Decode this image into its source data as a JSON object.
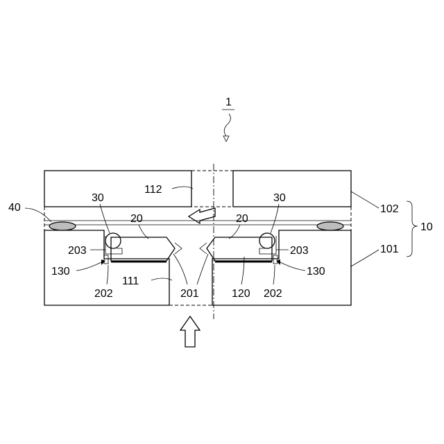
{
  "labels": {
    "device": "1",
    "assembly": "10",
    "upper_plate": "102",
    "lower_plate": "101",
    "upper_channel": "112",
    "lower_channel": "111",
    "seal": "40",
    "ball_left": "30",
    "ball_right": "30",
    "valve_left": "20",
    "valve_right": "20",
    "part_203_left": "203",
    "part_203_right": "203",
    "groove_left": "130",
    "groove_right": "130",
    "part_202_left": "202",
    "part_202_right": "202",
    "tip": "201",
    "chamber": "120"
  }
}
